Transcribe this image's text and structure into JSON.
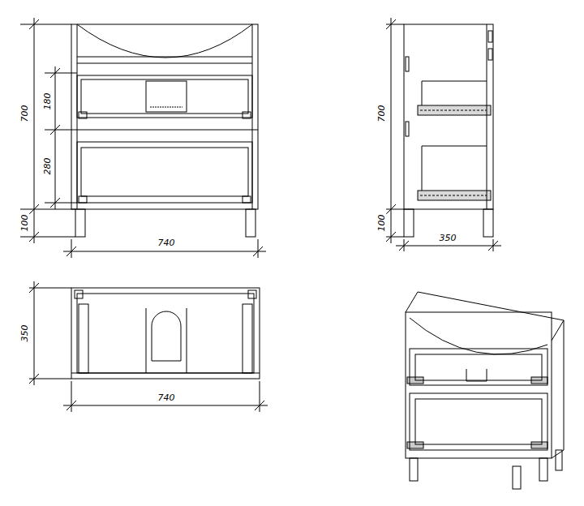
{
  "diagram": {
    "labels": [
      "700",
      "180",
      "280",
      "100",
      "740",
      "700",
      "100",
      "350",
      "350",
      "740"
    ]
  }
}
